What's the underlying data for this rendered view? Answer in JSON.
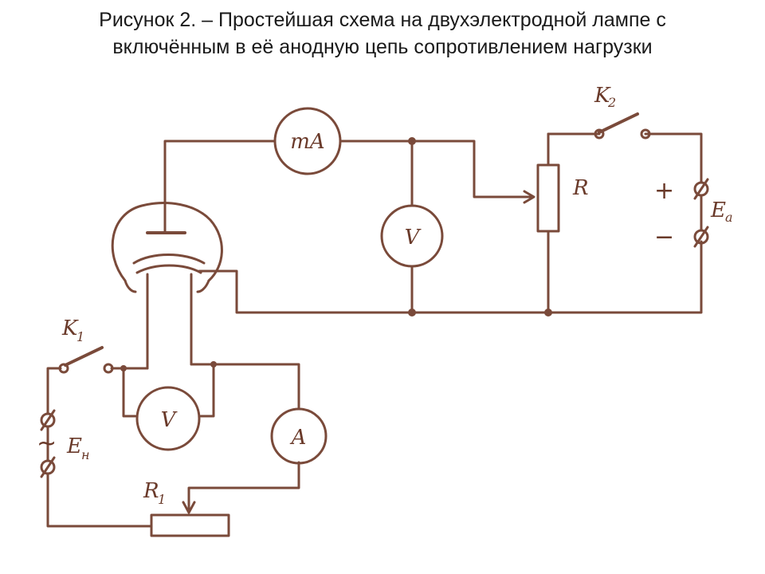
{
  "caption": {
    "line1": "Рисунок 2.   – Простейшая схема на двухэлектродной лампе с",
    "line2": "включённым в её анодную цепь сопротивлением нагрузки"
  },
  "labels": {
    "milliammeter": "mA",
    "anode_voltmeter": "V",
    "heater_voltmeter": "V",
    "heater_ammeter": "A",
    "load_resistor": "R",
    "rheostat": "R",
    "rheostat_sub": "1",
    "switch1": "K",
    "switch1_sub": "1",
    "switch2": "K",
    "switch2_sub": "2",
    "anode_source": "E",
    "anode_source_sub": "a",
    "heater_source": "E",
    "heater_source_sub": "н",
    "plus": "+",
    "minus": "−",
    "ac": "~"
  },
  "colors": {
    "ink": "#7a4a3a"
  }
}
